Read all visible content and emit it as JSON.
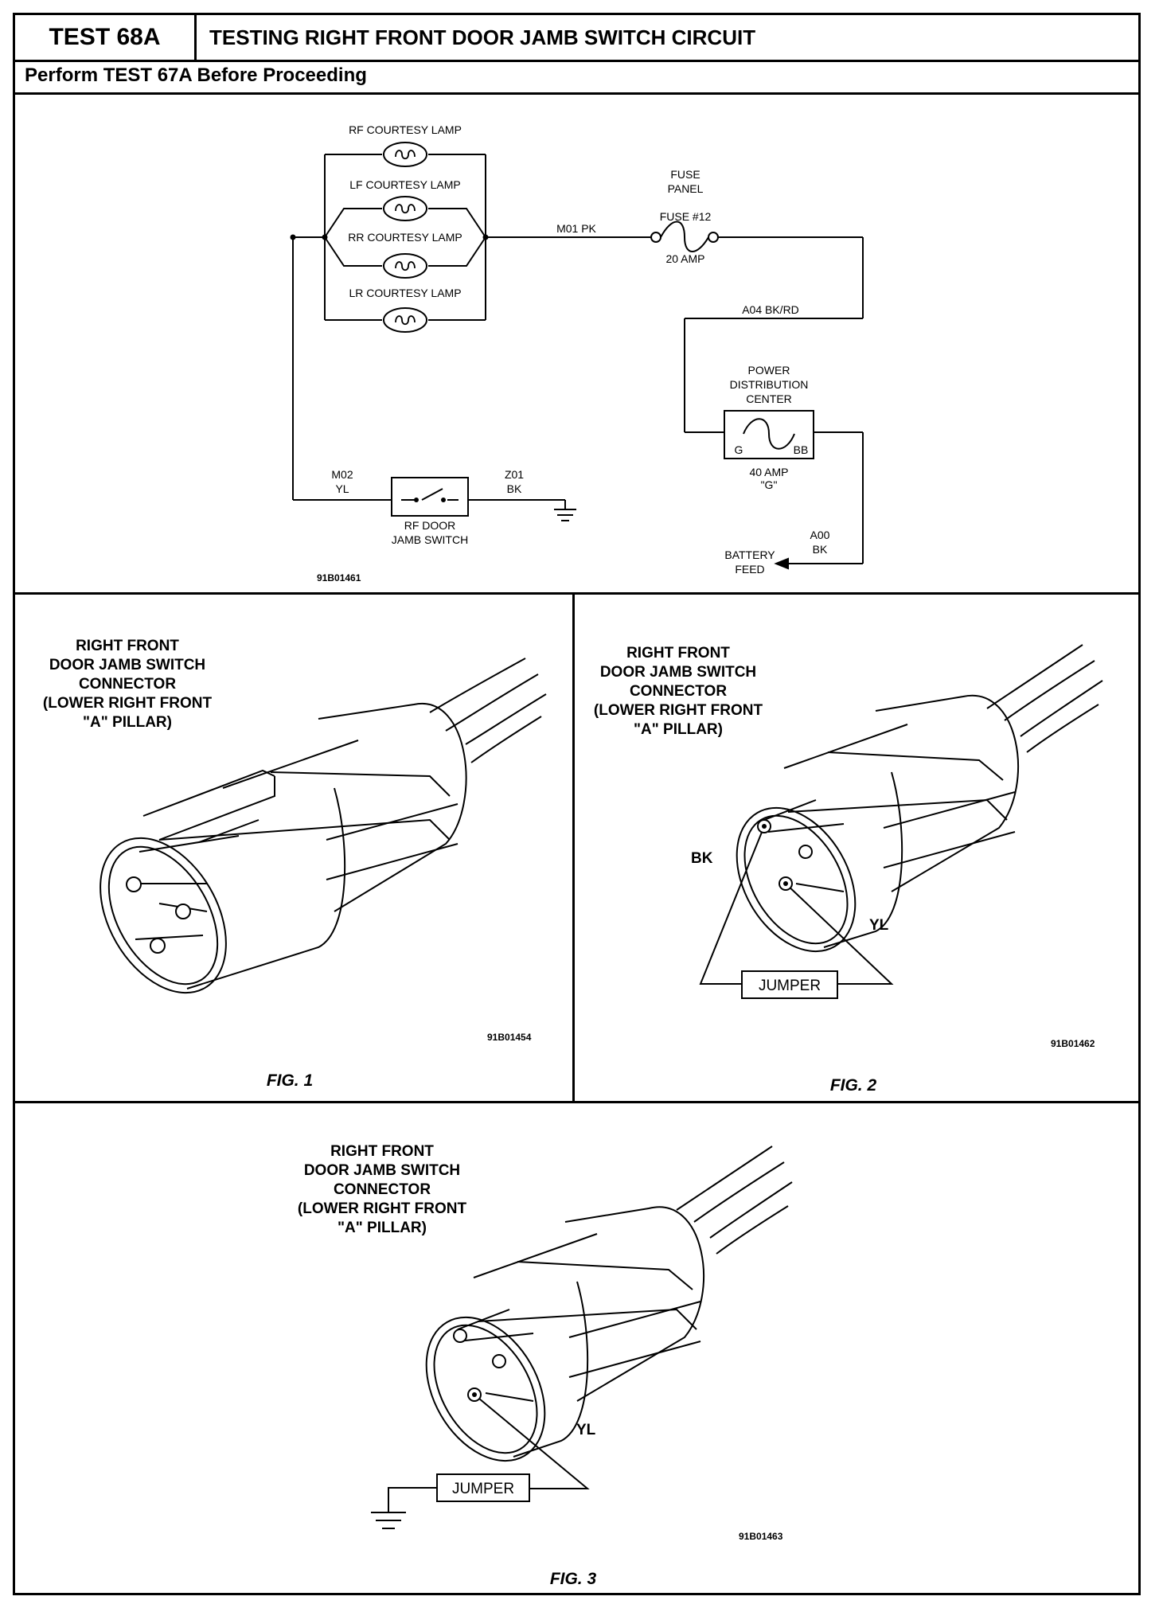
{
  "header": {
    "test_id": "TEST 68A",
    "title": "TESTING RIGHT FRONT DOOR JAMB SWITCH CIRCUIT",
    "subtitle": "Perform TEST 67A Before Proceeding"
  },
  "schematic": {
    "lamps": {
      "rf": "RF COURTESY LAMP",
      "lf": "LF COURTESY LAMP",
      "rr": "RR COURTESY LAMP",
      "lr": "LR COURTESY LAMP"
    },
    "fuse_panel_line1": "FUSE",
    "fuse_panel_line2": "PANEL",
    "fuse_id": "FUSE #12",
    "fuse_rating": "20 AMP",
    "wire_m01": "M01 PK",
    "wire_a04": "A04 BK/RD",
    "pdc_line1": "POWER",
    "pdc_line2": "DISTRIBUTION",
    "pdc_line3": "CENTER",
    "pdc_g": "G",
    "pdc_bb": "BB",
    "pdc_rating": "40 AMP",
    "pdc_fuse": "\"G\"",
    "wire_m02_a": "M02",
    "wire_m02_b": "YL",
    "wire_z01_a": "Z01",
    "wire_z01_b": "BK",
    "switch_line1": "RF DOOR",
    "switch_line2": "JAMB SWITCH",
    "wire_a00_a": "A00",
    "wire_a00_b": "BK",
    "battery_line1": "BATTERY",
    "battery_line2": "FEED",
    "code": "91B01461"
  },
  "fig1": {
    "label": [
      "RIGHT FRONT",
      "DOOR JAMB SWITCH",
      "CONNECTOR",
      "(LOWER RIGHT FRONT",
      "\"A\" PILLAR)"
    ],
    "code": "91B01454",
    "caption": "FIG. 1"
  },
  "fig2": {
    "label": [
      "RIGHT FRONT",
      "DOOR JAMB SWITCH",
      "CONNECTOR",
      "(LOWER RIGHT FRONT",
      "\"A\" PILLAR)"
    ],
    "bk": "BK",
    "yl": "YL",
    "jumper": "JUMPER",
    "code": "91B01462",
    "caption": "FIG. 2"
  },
  "fig3": {
    "label": [
      "RIGHT FRONT",
      "DOOR JAMB SWITCH",
      "CONNECTOR",
      "(LOWER RIGHT FRONT",
      "\"A\" PILLAR)"
    ],
    "yl": "YL",
    "jumper": "JUMPER",
    "code": "91B01463",
    "caption": "FIG. 3"
  }
}
